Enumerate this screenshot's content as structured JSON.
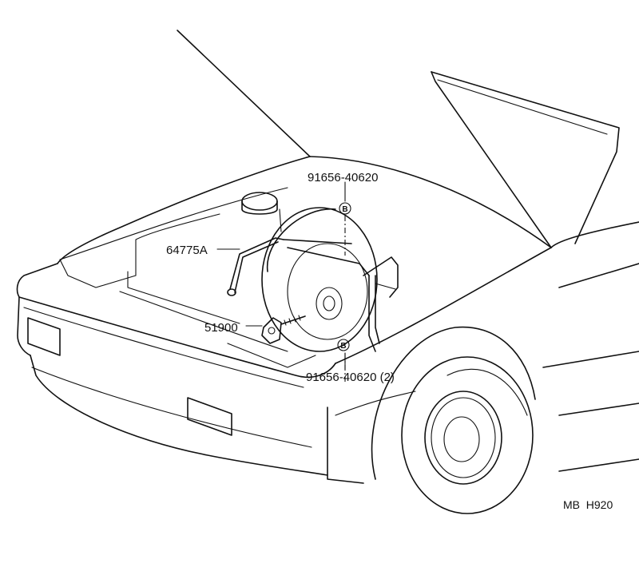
{
  "parts": {
    "nut_top": "91656-40620",
    "bracket": "64775A",
    "spare_wheel_carrier": "51900",
    "nut_bottom": "91656-40620 (2)"
  },
  "markers": {
    "top": "B",
    "bottom": "B"
  },
  "drawing_code": "MB  H920"
}
